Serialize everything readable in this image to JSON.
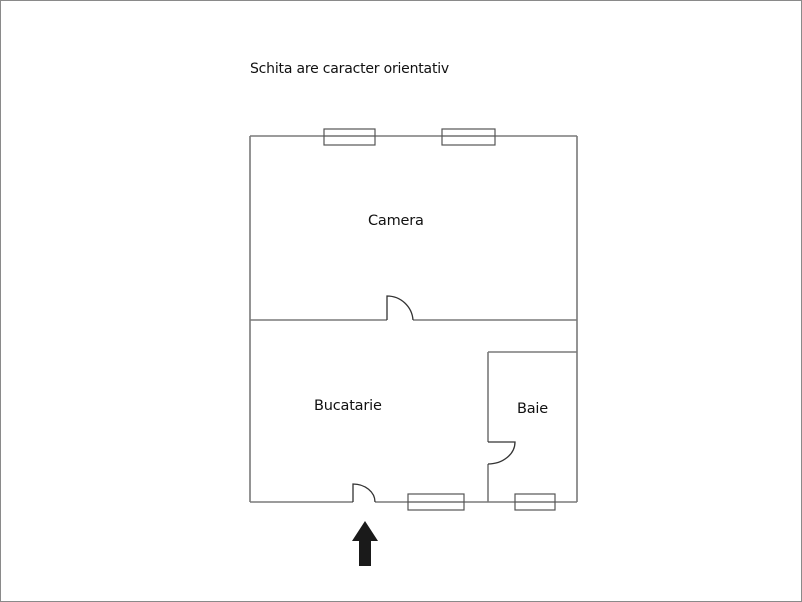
{
  "title": "Schita are caracter orientativ",
  "rooms": [
    {
      "name": "Camera"
    },
    {
      "name": "Bucatarie"
    },
    {
      "name": "Baie"
    }
  ],
  "colors": {
    "wall": "#7a7a7a",
    "door": "#333333",
    "arrow": "#1a1a1a",
    "frame": "#8a8a8a",
    "background": "#ffffff"
  }
}
